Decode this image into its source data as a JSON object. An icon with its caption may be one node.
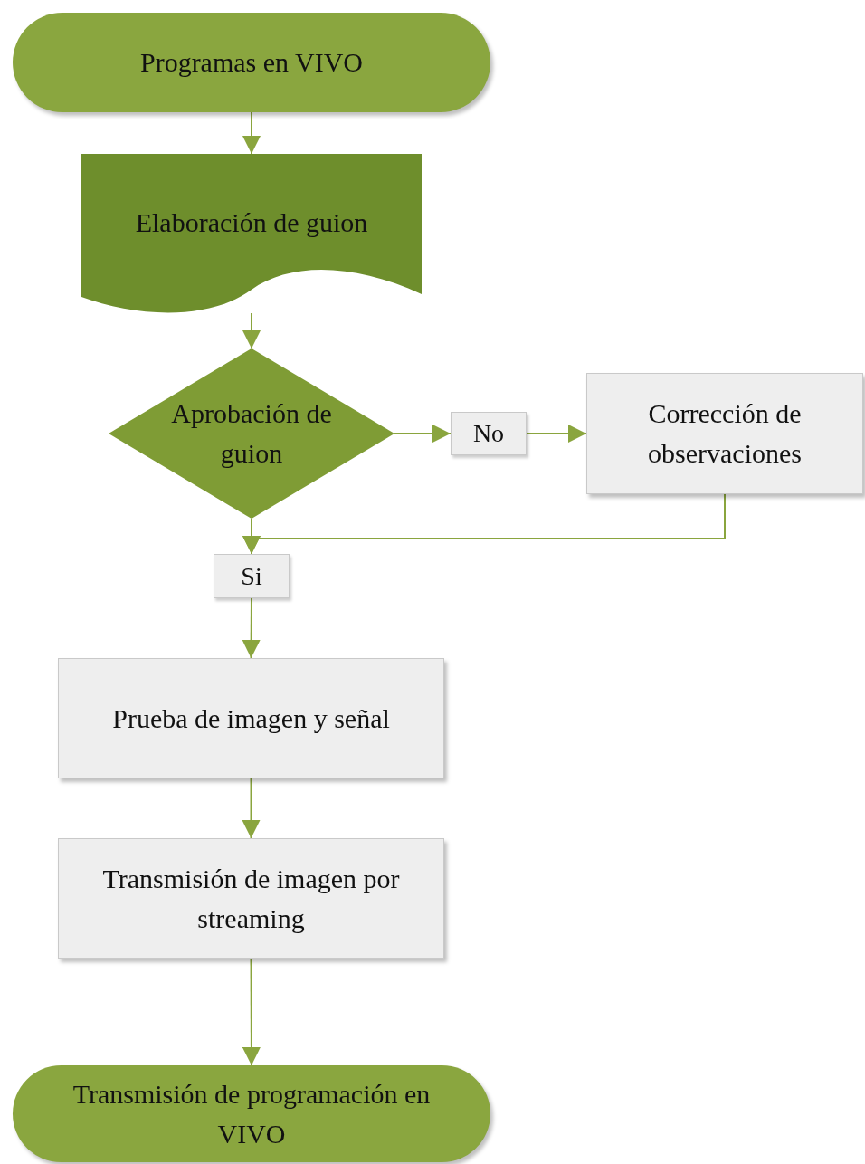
{
  "diagram": {
    "nodes": [
      {
        "text": [
          "Programas en VIVO"
        ]
      },
      {
        "text": [
          "Elaboración de guion"
        ]
      },
      {
        "text": [
          "Aprobación de guion"
        ]
      },
      {
        "text": [
          "No"
        ]
      },
      {
        "text": [
          "Corrección de observaciones"
        ]
      },
      {
        "text": [
          "Si"
        ]
      },
      {
        "text": [
          "Prueba de imagen y señal"
        ]
      },
      {
        "text": [
          "Transmisión de imagen por streaming"
        ]
      },
      {
        "text": [
          "Transmisión de programación en VIVO"
        ]
      }
    ],
    "edges": [
      {
        "from": 0,
        "to": 1,
        "arrow": "to"
      },
      {
        "from": 1,
        "to": 2,
        "arrow": "to"
      },
      {
        "from": 2,
        "to": 3,
        "arrow": "to"
      },
      {
        "from": 3,
        "to": 4,
        "arrow": "to"
      },
      {
        "from": 2,
        "to": 5,
        "arrow": "to"
      },
      {
        "from": 4,
        "to": 5,
        "arrow": "to"
      },
      {
        "from": 5,
        "to": 6,
        "arrow": "to"
      },
      {
        "from": 6,
        "to": 7,
        "arrow": "to"
      },
      {
        "from": 7,
        "to": 8,
        "arrow": "to"
      }
    ]
  }
}
